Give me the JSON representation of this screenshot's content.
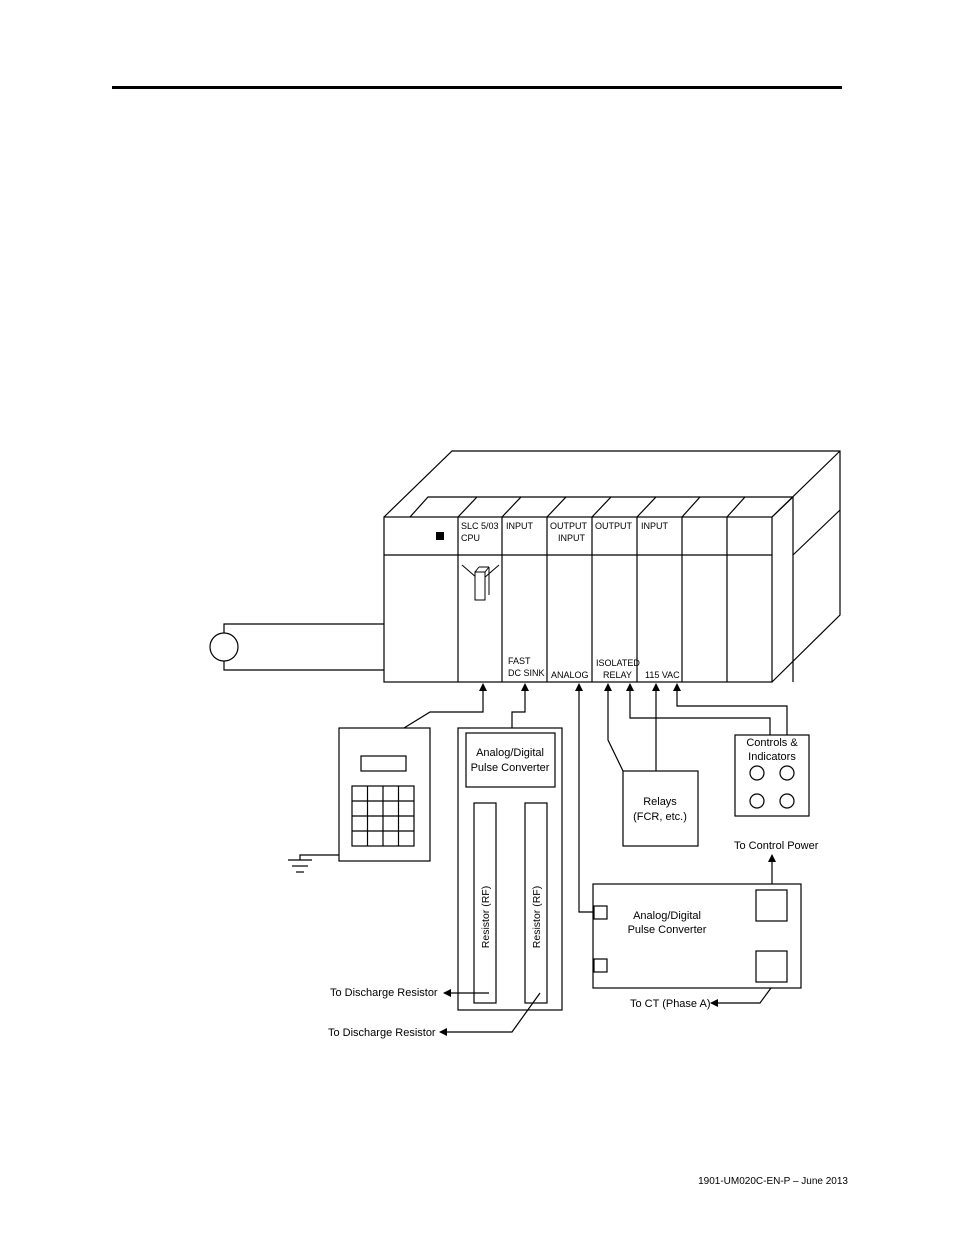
{
  "rack": {
    "cpu_label_line1": "SLC 5/03",
    "cpu_label_line2": "CPU",
    "slot1_top": "INPUT",
    "slot1_bottom_line1": "FAST",
    "slot1_bottom_line2": "DC SINK",
    "slot2_top_line1": "OUTPUT",
    "slot2_top_line2": "INPUT",
    "slot2_bottom": "ANALOG",
    "slot3_top": "OUTPUT",
    "slot3_bottom_line1": "ISOLATED",
    "slot3_bottom_line2": "RELAY",
    "slot4_top": "INPUT",
    "slot4_bottom": "115 VAC"
  },
  "converter_tall": {
    "title_line1": "Analog/Digital",
    "title_line2": "Pulse Converter",
    "resistor_left": "Resistor (RF)",
    "resistor_right": "Resistor (RF)"
  },
  "relays": {
    "line1": "Relays",
    "line2": "(FCR, etc.)"
  },
  "controls": {
    "line1": "Controls &",
    "line2": "Indicators"
  },
  "converter_wide": {
    "title_line1": "Analog/Digital",
    "title_line2": "Pulse Converter",
    "to_control_power": "To Control Power",
    "to_ct": "To CT (Phase A)"
  },
  "discharge": {
    "label_1": "To Discharge Resistor",
    "label_2": "To Discharge Resistor"
  },
  "footer": "1901-UM020C-EN-P – June 2013"
}
